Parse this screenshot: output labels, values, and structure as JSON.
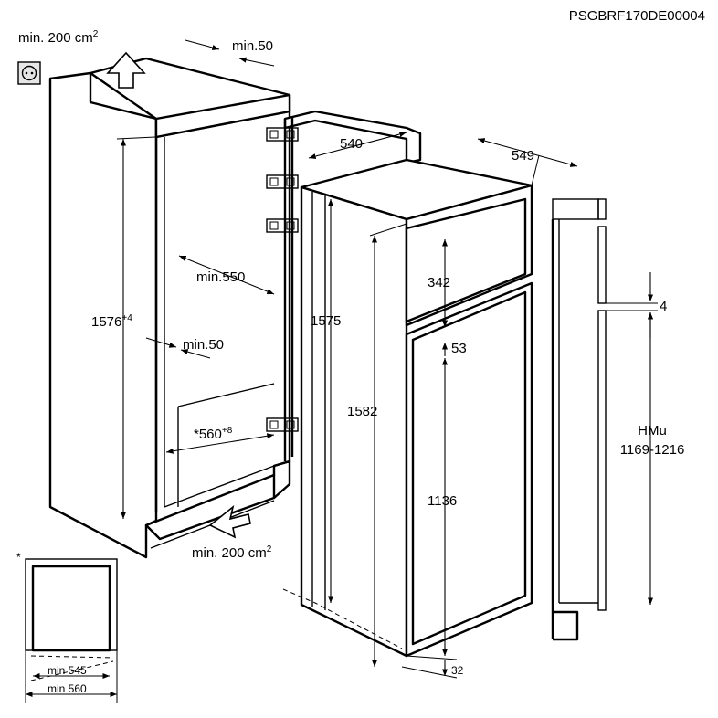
{
  "product_code": "PSGBRF170DE00004",
  "labels": {
    "vent_top": "min. 200 cm",
    "vent_top_sup": "2",
    "top_gap": "min.50",
    "niche_height": "1576",
    "niche_height_sup": "+4",
    "niche_depth": "min.550",
    "side_gap": "min.50",
    "niche_width": "*560",
    "niche_width_sup": "+8",
    "vent_bottom": "min. 200 cm",
    "vent_bottom_sup": "2",
    "appliance_depth": "540",
    "appliance_depth_door": "549",
    "appliance_height": "1575",
    "total_height_door": "1582",
    "freezer_door": "342",
    "door_gap": "53",
    "fridge_door": "1136",
    "bottom_gap": "32",
    "furniture_gap": "4",
    "furniture_door_label": "HMu",
    "furniture_door_range": "1169-1216",
    "inset_asterisk": "*",
    "inset_min1": "min 545",
    "inset_min2": "min 560"
  }
}
